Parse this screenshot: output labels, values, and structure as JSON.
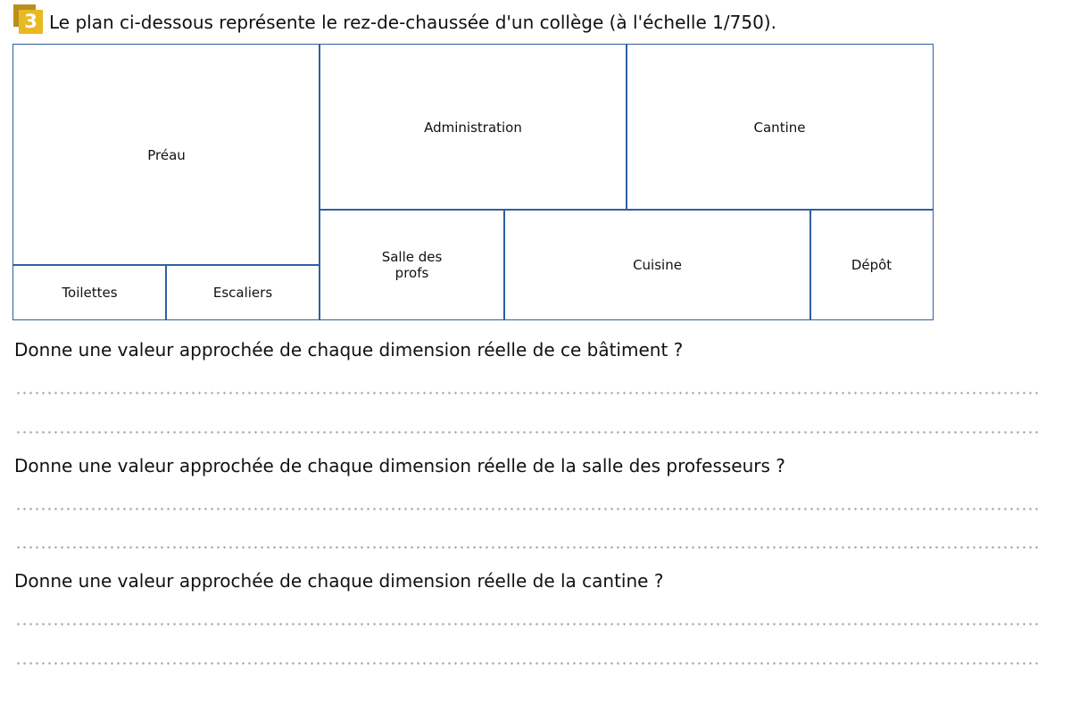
{
  "exercise": {
    "number": "3",
    "title": "Le plan ci-dessous représente le rez-de-chaussée d'un collège (à l'échelle 1/750).",
    "accent_color": "#e8b923",
    "line_color": "#2f5f9f"
  },
  "plan": {
    "rooms": {
      "preau": "Préau",
      "toilettes": "Toilettes",
      "escaliers": "Escaliers",
      "administration": "Administration",
      "cantine": "Cantine",
      "salle_profs_1": "Salle des",
      "salle_profs_2": "profs",
      "cuisine": "Cuisine",
      "depot": "Dépôt"
    }
  },
  "questions": [
    "Donne une valeur approchée de chaque dimension réelle de ce bâtiment ?",
    "Donne une valeur approchée de chaque dimension réelle de la salle des professeurs ?",
    "Donne une valeur approchée de chaque dimension réelle de la cantine ?"
  ]
}
